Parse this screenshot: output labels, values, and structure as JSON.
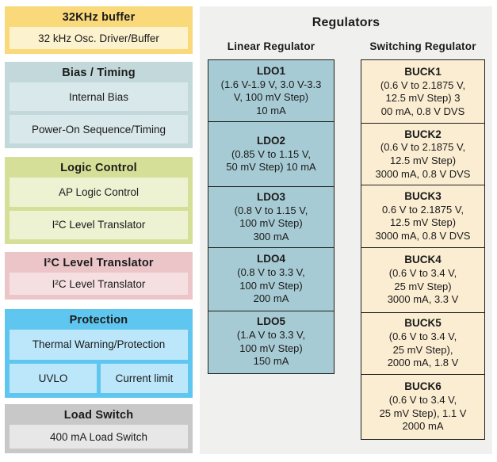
{
  "colors": {
    "page_bg": "#ffffff",
    "panel_bg": "#f0f0ee",
    "text": "#1b1b1b",
    "block_border": "#1f1f1f",
    "ldo_fill": "#a7cbd4",
    "buck_fill": "#fbedd2"
  },
  "left_column": {
    "blocks": [
      {
        "title": "32KHz buffer",
        "fill": "#f9d97a",
        "row_fill": "#fdf2ce",
        "rows": [
          "32 kHz Osc. Driver/Buffer"
        ]
      },
      {
        "title": "Bias / Timing",
        "fill": "#c2d8da",
        "row_fill": "#d9e8ea",
        "rows": [
          "Internal Bias",
          "Power-On Sequence/Timing"
        ]
      },
      {
        "title": "Logic Control",
        "fill": "#d6df97",
        "row_fill": "#edf2d2",
        "rows": [
          "AP Logic Control",
          "I²C Level Translator"
        ]
      },
      {
        "title": "I²C Level Translator",
        "fill": "#ecc5c9",
        "row_fill": "#f6dfe1",
        "rows": [
          "I²C Level Translator"
        ]
      },
      {
        "title": "Protection",
        "fill": "#5fc6f0",
        "row_fill": "#bce7fa",
        "rows": [
          "Thermal Warning/Protection"
        ],
        "split_rows": [
          "UVLO",
          "Current limit"
        ]
      },
      {
        "title": "Load Switch",
        "fill": "#c8c8c8",
        "row_fill": "#e7e7e7",
        "rows": [
          "400 mA Load Switch"
        ]
      }
    ]
  },
  "regulators": {
    "title": "Regulators",
    "panel_bg": "#f0f0ee",
    "linear": {
      "heading": "Linear Regulator",
      "fill": "#a7cbd4",
      "blocks": [
        {
          "name": "LDO1",
          "details": "(1.6 V-1.9 V, 3.0 V-3.3\nV, 100 mV Step)\n10 mA"
        },
        {
          "name": "LDO2",
          "details": "(0.85 V to 1.15 V,\n50 mV Step) 10 mA"
        },
        {
          "name": "LDO3",
          "details": "(0.8 V to 1.15 V,\n100 mV Step)\n300 mA"
        },
        {
          "name": "LDO4",
          "details": "(0.8 V to 3.3 V,\n100 mV Step)\n200 mA"
        },
        {
          "name": "LDO5",
          "details": "(1.A V to 3.3 V,\n100 mV Step)\n150 mA"
        }
      ]
    },
    "switching": {
      "heading": "Switching Regulator",
      "fill": "#fbedd2",
      "blocks": [
        {
          "name": "BUCK1",
          "details": "(0.6 V to 2.1875 V,\n12.5 mV Step) 3\n00 mA, 0.8 V DVS"
        },
        {
          "name": "BUCK2",
          "details": "(0.6 V to 2.1875 V,\n12.5 mV Step)\n3000 mA, 0.8 V DVS"
        },
        {
          "name": "BUCK3",
          "details": "0.6 V to 2.1875 V,\n12.5 mV Step)\n3000 mA, 0.8 V DVS"
        },
        {
          "name": "BUCK4",
          "details": "(0.6 V to 3.4 V,\n25 mV Step)\n3000 mA, 3.3 V"
        },
        {
          "name": "BUCK5",
          "details": "(0.6 V to 3.4 V,\n25 mV Step),\n2000 mA, 1.8 V"
        },
        {
          "name": "BUCK6",
          "details": "(0.6 V to 3.4 V,\n25 mV Step), 1.1 V\n2000 mA"
        }
      ]
    }
  }
}
